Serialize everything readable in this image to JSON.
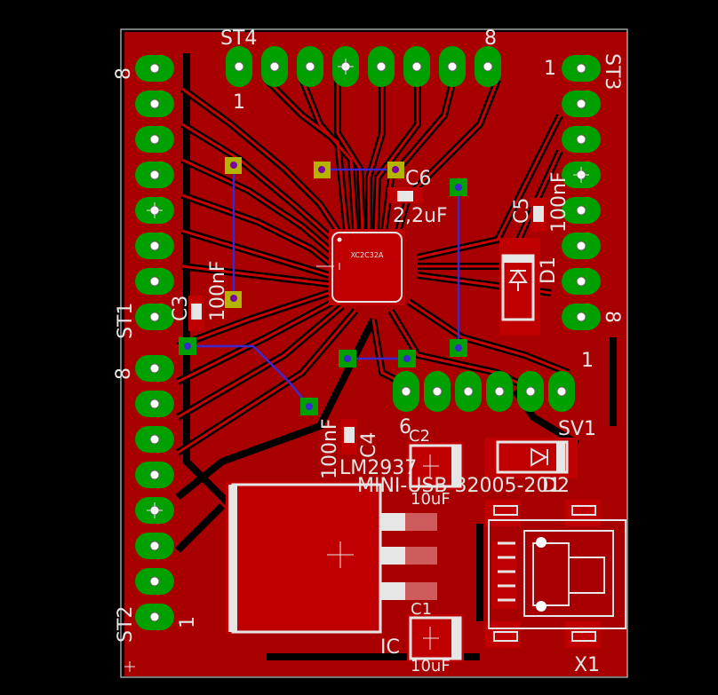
{
  "colors": {
    "background": "#000000",
    "copper_top": "#c00000",
    "copper_fill": "#a80000",
    "trace_dark": "#8a0000",
    "pad": "#00a000",
    "silkscreen": "#e6e6e6",
    "via_blue": "#3c28d0",
    "board_outline": "#c8c8c8",
    "yellow_pad": "#b4b400"
  },
  "headers": {
    "st1": {
      "name": "ST1",
      "pin_first": "",
      "pin_last": "8"
    },
    "st2": {
      "name": "ST2",
      "pin_first": "1",
      "pin_last": "8"
    },
    "st3": {
      "name": "ST3",
      "pin_first": "1",
      "pin_last": "8"
    },
    "st4": {
      "name": "ST4",
      "pin_first": "1",
      "pin_last": "8"
    },
    "sv1": {
      "name": "SV1",
      "pin_first": "1",
      "pin_last": "6"
    }
  },
  "components": {
    "ic_main": {
      "name": "XC2C32A"
    },
    "c6": {
      "name": "C6",
      "value": "2,2uF"
    },
    "c5": {
      "name": "C5",
      "value": "100nF"
    },
    "c3": {
      "name": "C3",
      "value": "100nF"
    },
    "c4": {
      "name": "C4",
      "value": "100nF"
    },
    "c2": {
      "name": "C2",
      "value": "10uF"
    },
    "c1": {
      "name": "C1",
      "value": "10uF"
    },
    "d1": {
      "name": "D1"
    },
    "d2": {
      "name": "D2"
    },
    "reg": {
      "name": "LM2937"
    },
    "usb": {
      "name": "MINI-USB-32005-201"
    },
    "ic_label": {
      "name": "IC"
    },
    "x1": {
      "name": "X1"
    }
  }
}
